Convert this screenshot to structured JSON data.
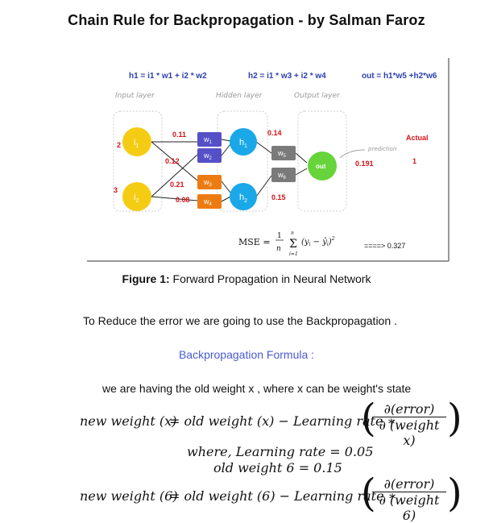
{
  "title": "Chain Rule  for  Backpropagation - by Salman Faroz",
  "figure": {
    "eq_h1": "h1 = i1 * w1 + i2 * w2",
    "eq_h2": "h2 = i1 * w3 + i2 * w4",
    "eq_out": "out = h1*w5 +h2*w6",
    "label_input_layer": "Input layer",
    "label_hidden_layer": "Hidden layer",
    "label_output_layer": "Output layer",
    "input1": "i1",
    "input2": "i2",
    "input1_value": "2",
    "input2_value": "3",
    "hidden1": "h1",
    "hidden2": "h2",
    "output_node": "out",
    "weights": [
      "w1",
      "w2",
      "w3",
      "w4",
      "w5",
      "w6"
    ],
    "weight_values": {
      "w1": "0.11",
      "w2": "0.12",
      "w3": "0.21",
      "w4": "0.08",
      "w5": "0.14",
      "w6": "0.15"
    },
    "prediction_label": "prediction",
    "prediction_value": "0.191",
    "actual_label": "Actual",
    "actual_value": "1",
    "mse_label": "MSE =",
    "mse_result": "====> 0.327",
    "colors": {
      "input": "#f5cc14",
      "hidden": "#1aa8e8",
      "output": "#66d43a",
      "w_purple": "#5550c8",
      "w_orange": "#ec7c12",
      "w_gray": "#7a7a7a",
      "red_text": "#d3141a",
      "blue_eq": "#2a3fb0"
    }
  },
  "caption_bold": "Figure 1:",
  "caption_text": " Forward Propagation in Neural Network",
  "para1": "To Reduce the error we are going to use the Backpropagation .",
  "para2": "Backpropagation Formula :",
  "para3": "we are having the old weight x , where x can be weight's state",
  "formula1": {
    "lhs": "new weight (x)",
    "rhs": "= old weight (x)  −  Learning rate ∗",
    "num": "∂(error)",
    "den": "∂ (weight x)"
  },
  "where_line": "where,  Learning rate  = 0.05",
  "old_weight_line": "old weight 6 = 0.15",
  "formula2": {
    "lhs": "new weight (6)",
    "rhs": "= old weight (6)  −  Learning rate ∗",
    "num": "∂(error)",
    "den": "∂ (weight 6)"
  }
}
